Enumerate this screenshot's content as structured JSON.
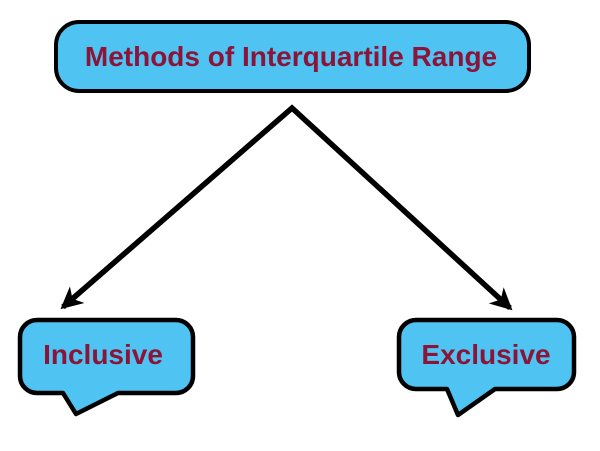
{
  "colors": {
    "node_fill": "#4FC3F2",
    "node_border": "#000000",
    "text_color": "#8B1538",
    "arrow_color": "#000000",
    "background": "#ffffff"
  },
  "diagram": {
    "title": "Methods of Interquartile Range",
    "branches": [
      {
        "label": "Inclusive"
      },
      {
        "label": "Exclusive"
      }
    ]
  }
}
